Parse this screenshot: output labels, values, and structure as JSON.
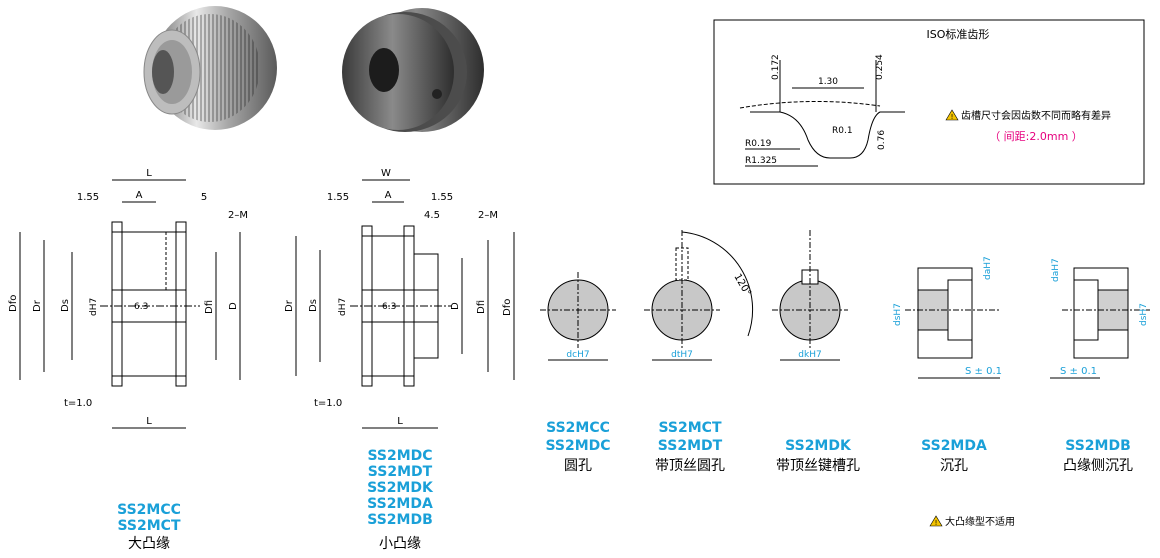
{
  "iso_box": {
    "title": "ISO标准齿形",
    "dims": {
      "tip_h": "0.172",
      "width": "1.30",
      "right_h": "0.254",
      "r_inner": "R0.1",
      "r_left": "R0.19",
      "r_big": "R1.325",
      "depth": "0.76"
    },
    "note": "齿槽尺寸会因齿数不同而略有差异",
    "pitch": "（ 间距:2.0mm ）"
  },
  "large_flange": {
    "dims": {
      "L_top": "L",
      "A": "A",
      "off_left": "1.55",
      "off_right": "5",
      "tap": "2–M",
      "Dfo": "Dfo",
      "Dr": "Dr",
      "Ds": "Ds",
      "dH7": "dH7",
      "rough": "6.3",
      "Dfi": "Dfi",
      "D": "D",
      "t": "t=1.0",
      "L_bottom": "L"
    },
    "codes": [
      "SS2MCC",
      "SS2MCT"
    ],
    "name": "大凸缘"
  },
  "small_flange": {
    "dims": {
      "W": "W",
      "A": "A",
      "off_left": "1.55",
      "off_right": "1.55",
      "off_tap": "4.5",
      "tap": "2–M",
      "Dr": "Dr",
      "Ds": "Ds",
      "dH7": "dH7",
      "rough": "6.3",
      "D": "D",
      "Dfi": "Dfi",
      "Dfo": "Dfo",
      "t": "t=1.0",
      "L_bottom": "L"
    },
    "codes": [
      "SS2MDC",
      "SS2MDT",
      "SS2MDK",
      "SS2MDA",
      "SS2MDB"
    ],
    "name": "小凸缘"
  },
  "bore_types": [
    {
      "codes": [
        "SS2MCC",
        "SS2MDC"
      ],
      "name": "圆孔",
      "dim": "dcH7"
    },
    {
      "codes": [
        "SS2MCT",
        "SS2MDT"
      ],
      "name": "带顶丝圆孔",
      "dim": "dtH7",
      "angle": "120°"
    },
    {
      "codes": [
        "SS2MDK"
      ],
      "name": "带顶丝键槽孔",
      "dim": "dkH7"
    },
    {
      "codes": [
        "SS2MDA"
      ],
      "name": "沉孔",
      "dims": [
        "daH7",
        "dsH7",
        "S ± 0.1"
      ]
    },
    {
      "codes": [
        "SS2MDB"
      ],
      "name": "凸缘侧沉孔",
      "dims": [
        "daH7",
        "dsH7",
        "S ± 0.1"
      ]
    }
  ],
  "footnote": "大凸缘型不适用",
  "colors": {
    "blue": "#1aa0d8",
    "pink": "#e6007e",
    "warn": "#f3c300"
  }
}
